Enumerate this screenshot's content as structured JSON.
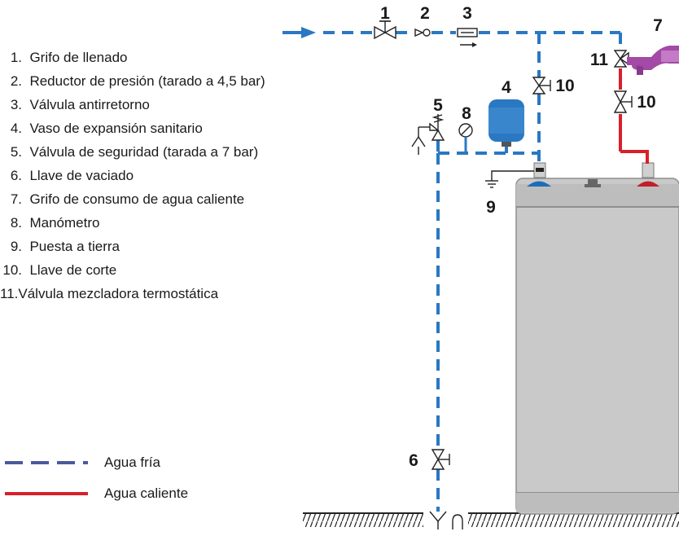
{
  "legend": {
    "items": [
      {
        "num": "1.",
        "text": "Grifo de llenado"
      },
      {
        "num": "2.",
        "text": "Reductor de presión (tarado a 4,5 bar)"
      },
      {
        "num": "3.",
        "text": "Válvula antirretorno"
      },
      {
        "num": "4.",
        "text": "Vaso de expansión sanitario"
      },
      {
        "num": "5.",
        "text": "Válvula de seguridad (tarada a 7 bar)"
      },
      {
        "num": "6.",
        "text": "Llave de vaciado"
      },
      {
        "num": "7.",
        "text": "Grifo de consumo de agua caliente"
      },
      {
        "num": "8.",
        "text": "Manómetro"
      },
      {
        "num": "9.",
        "text": "Puesta a tierra"
      },
      {
        "num": "10.",
        "text": "Llave de corte"
      },
      {
        "num": "11.",
        "text": "Válvula mezcladora termostática"
      }
    ]
  },
  "key": {
    "cold_label": "Agua fría",
    "hot_label": "Agua caliente"
  },
  "callouts": {
    "c1": "1",
    "c2": "2",
    "c3": "3",
    "c4": "4",
    "c5": "5",
    "c6": "6",
    "c7": "7",
    "c8": "8",
    "c9": "9",
    "c10a": "10",
    "c10b": "10",
    "c11": "11"
  },
  "colors": {
    "cold_pipe": "#2a78c2",
    "hot_pipe": "#d8202a",
    "tank": "#c9c9c9",
    "expansion_vessel": "#2a78c2",
    "faucet": "#a24aa5",
    "key_cold": "#4a5a9c"
  }
}
